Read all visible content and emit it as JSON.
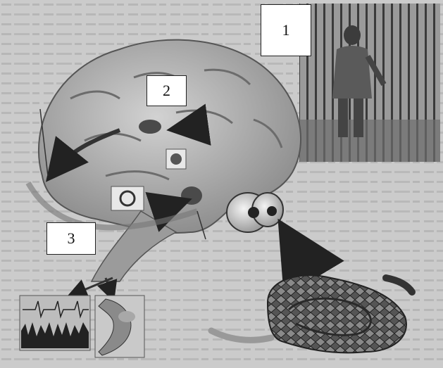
{
  "labels": [
    "1",
    "2",
    "3"
  ],
  "colors": {
    "paper": "#c9c9c9",
    "brain": "#a9a9a9",
    "ink": "#2a2a2a",
    "box": "#ffffff"
  },
  "icons": [
    "forest-man-photo",
    "brain-illustration",
    "eyes",
    "rattlesnake",
    "heart-monitor-trace",
    "leg-muscle",
    "flow-arrows"
  ]
}
